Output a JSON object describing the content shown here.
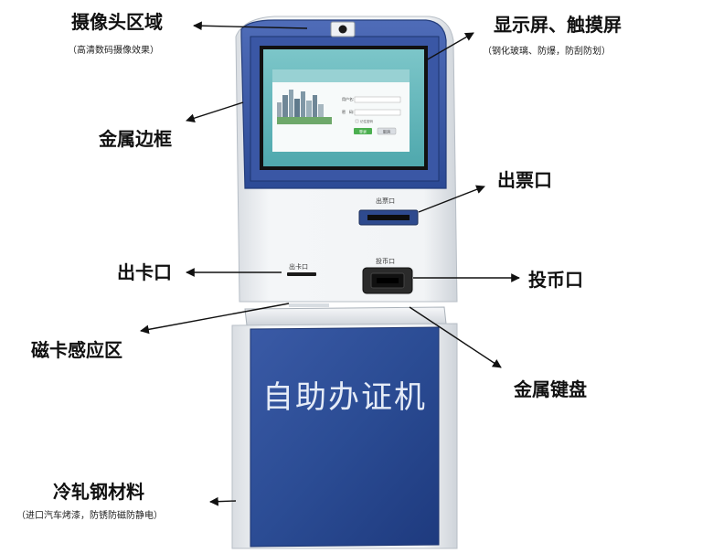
{
  "labels": {
    "camera": {
      "title": "摄像头区域",
      "sub": "（高清数码摄像效果）"
    },
    "display": {
      "title": "显示屏、触摸屏",
      "sub": "（钢化玻璃、防爆，防刮防划）"
    },
    "frame": {
      "title": "金属边框"
    },
    "ticket": {
      "title": "出票口"
    },
    "card": {
      "title": "出卡口"
    },
    "coin": {
      "title": "投币口"
    },
    "mag": {
      "title": "磁卡感应区"
    },
    "keyboard": {
      "title": "金属键盘"
    },
    "material": {
      "title": "冷轧钢材料",
      "sub": "（进口汽车烤漆，防锈防磁防静电）"
    }
  },
  "machine": {
    "panel_title": "自助办证机",
    "ticket_slot_label": "出票口",
    "card_slot_label": "出卡口",
    "coin_slot_label": "投币口"
  },
  "screen": {
    "field1": "用户名:",
    "field2": "密　码:",
    "remember": "记住密码",
    "login_btn": "登录",
    "cancel_btn": "取消"
  },
  "colors": {
    "body_white": "#eceff2",
    "bezel_blue": "#3d5aa8",
    "panel_blue": "#2f4f97",
    "screen_teal": "#64b9bd"
  }
}
